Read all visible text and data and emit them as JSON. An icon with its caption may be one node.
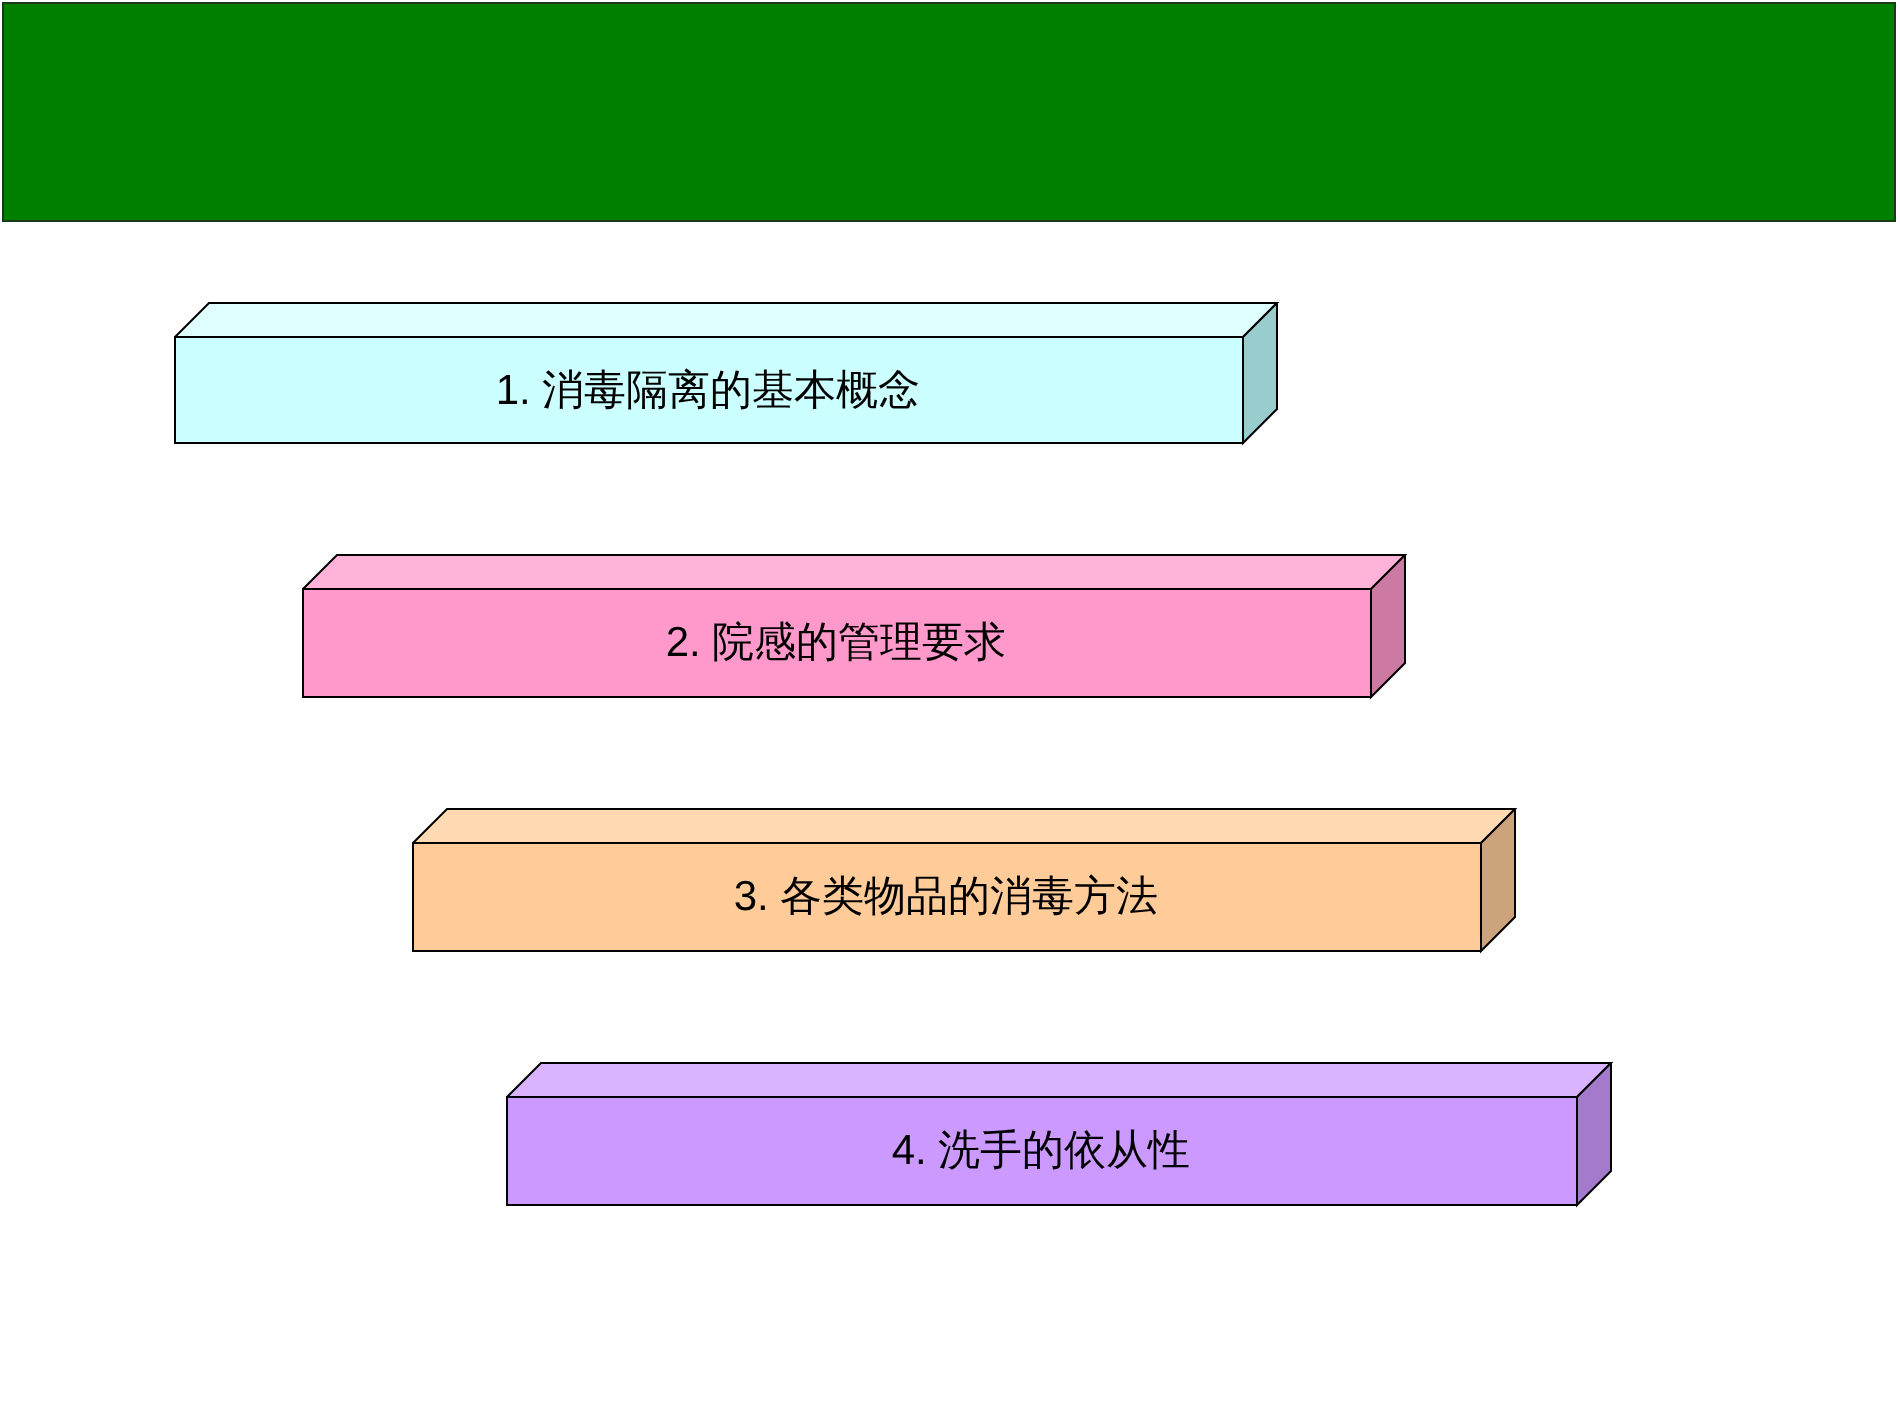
{
  "diagram": {
    "nodes": [
      {
        "text": [
          "1. 消毒隔离的基本概念"
        ]
      },
      {
        "text": [
          "2. 院感的管理要求"
        ]
      },
      {
        "text": [
          "3. 各类物品的消毒方法"
        ]
      },
      {
        "text": [
          "4. 洗手的依从性"
        ]
      }
    ]
  }
}
